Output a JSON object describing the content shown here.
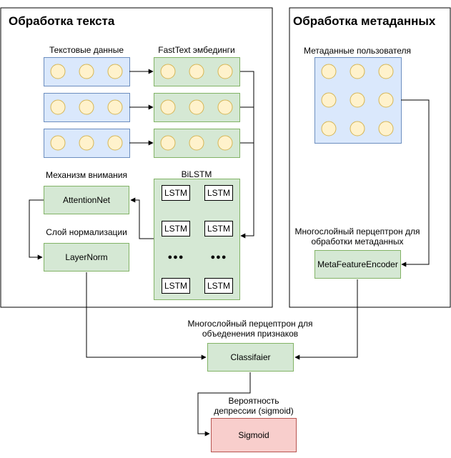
{
  "sections": {
    "text_processing_title": "Обработка текста",
    "metadata_processing_title": "Обработка метаданных"
  },
  "labels": {
    "text_data": "Текстовые данные",
    "fasttext": "FastText эмбединги",
    "attention_mechanism": "Механизм внимания",
    "bilstm": "BiLSTM",
    "norm_layer": "Слой нормализации",
    "user_metadata": "Метаданные пользователя",
    "mlp_metadata_line1": "Многослойный перцептрон для",
    "mlp_metadata_line2": "обработки метаданных",
    "mlp_merge_line1": "Многослойный перцептрон для",
    "mlp_merge_line2": "объеденения признаков",
    "probability_line1": "Вероятность",
    "probability_line2": "депрессии (sigmoid)"
  },
  "nodes": {
    "attention_net": "AttentionNet",
    "layer_norm": "LayerNorm",
    "meta_encoder": "MetaFeatureEncoder",
    "classifier": "Classifaier",
    "sigmoid": "Sigmoid",
    "lstm": "LSTM",
    "ellipsis": "●●●"
  },
  "colors": {
    "green_fill": "#d5e8d4",
    "green_stroke": "#82b366",
    "blue_fill": "#dae8fc",
    "blue_stroke": "#6c8ebf",
    "red_fill": "#f8cecc",
    "red_stroke": "#b85450",
    "token_fill": "#fff2cc",
    "token_stroke": "#d6b656"
  }
}
